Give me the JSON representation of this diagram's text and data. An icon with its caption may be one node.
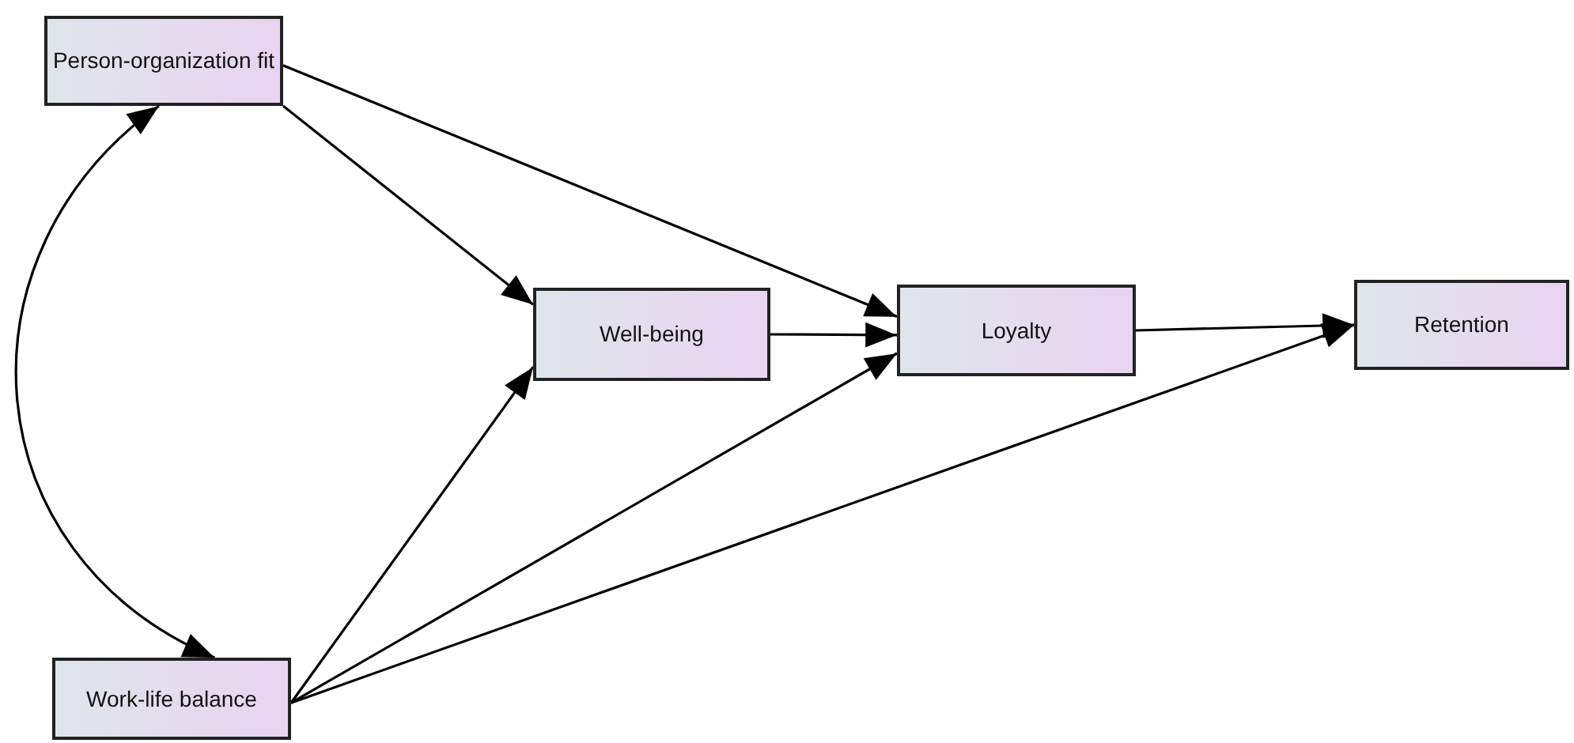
{
  "diagram": {
    "nodes": [
      {
        "text": [
          "Person-organization fit"
        ]
      },
      {
        "text": [
          "Well-being"
        ]
      },
      {
        "text": [
          "Loyalty"
        ]
      },
      {
        "text": [
          "Retention"
        ]
      },
      {
        "text": [
          "Work-life balance"
        ]
      }
    ],
    "edges": [
      {
        "from": 0,
        "to": 4,
        "arrow": "both"
      },
      {
        "from": 0,
        "to": 1,
        "arrow": "to"
      },
      {
        "from": 0,
        "to": 2,
        "arrow": "to"
      },
      {
        "from": 1,
        "to": 2,
        "arrow": "to"
      },
      {
        "from": 2,
        "to": 3,
        "arrow": "to"
      },
      {
        "from": 4,
        "to": 1,
        "arrow": "to"
      },
      {
        "from": 4,
        "to": 2,
        "arrow": "to"
      },
      {
        "from": 4,
        "to": 3,
        "arrow": "to"
      }
    ]
  }
}
